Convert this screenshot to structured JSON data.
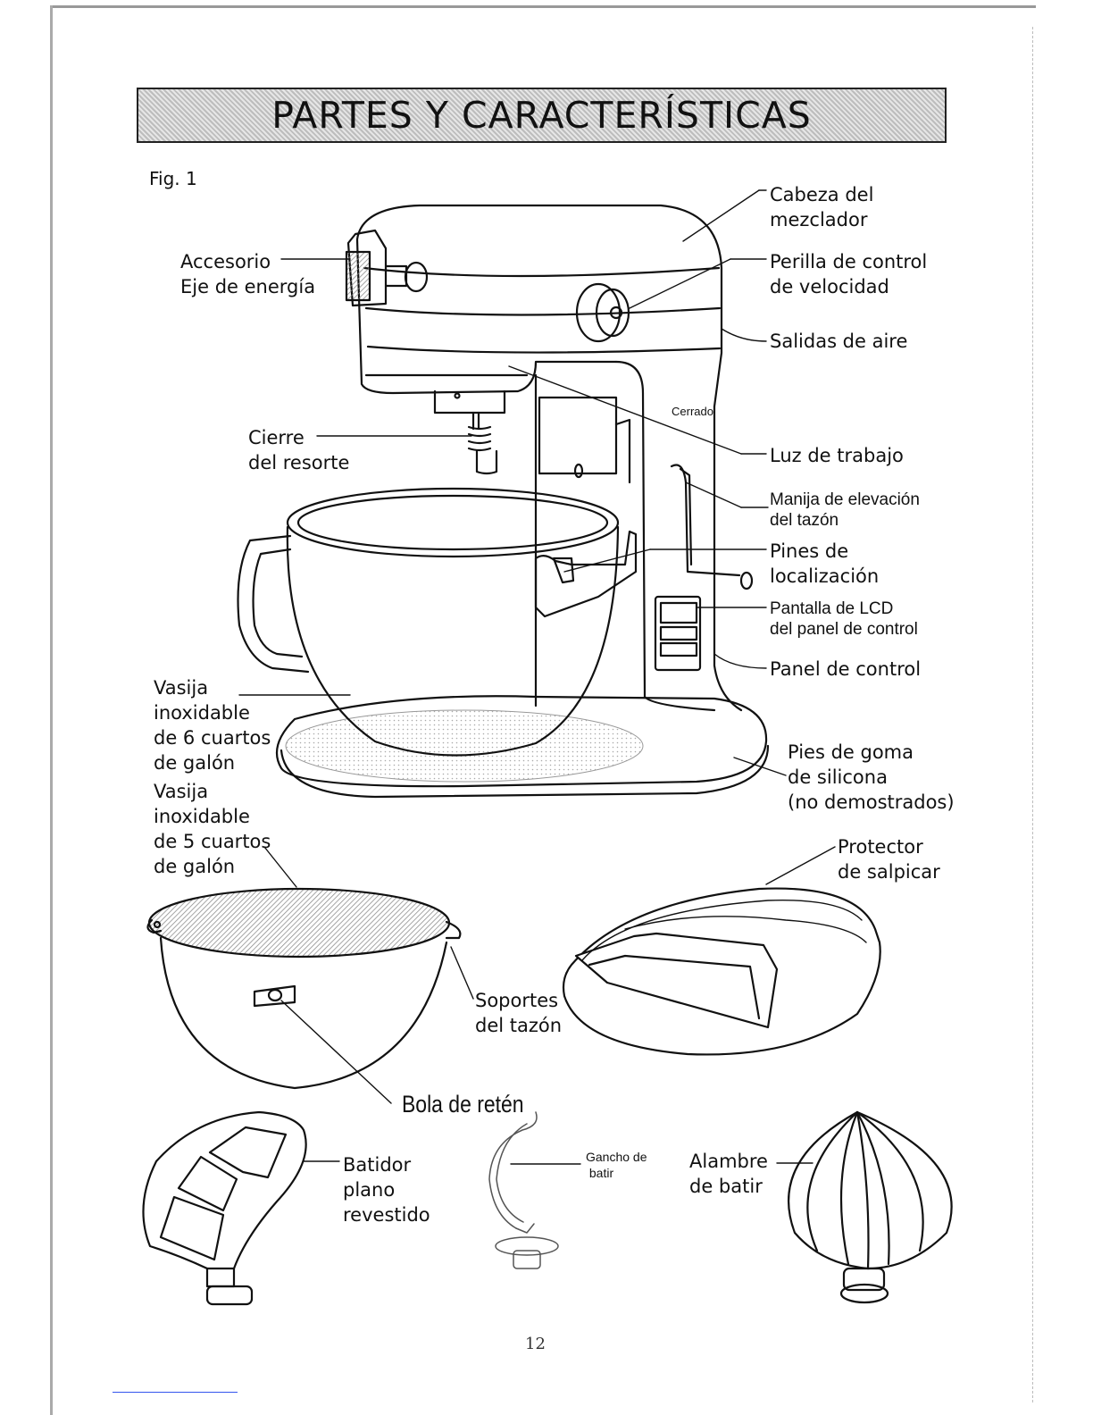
{
  "title": "PARTES Y CARACTERÍSTICAS",
  "figure_label": "Fig. 1",
  "labels": {
    "cabeza": "Cabeza del\nmezclador",
    "perilla": "Perilla de control\nde velocidad",
    "salidas": "Salidas de aire",
    "accesorio": "Accesorio\nEje de energía",
    "cierre": "Cierre\ndel resorte",
    "luz": "Luz de trabajo",
    "manija": "Manija de elevación\ndel tazón",
    "pines": "Pines de\nlocalización",
    "pantalla": "Pantalla de LCD\ndel panel de control",
    "panel": "Panel de control",
    "vasija6": "Vasija\ninoxidable\nde 6 cuartos\nde galón",
    "pies": "Pies de goma\nde silicona\n(no demostrados)",
    "vasija5": "Vasija\ninoxidable\nde 5 cuartos\nde galón",
    "protector": "Protector\nde salpicar",
    "soportes": "Soportes\ndel tazón",
    "bola": "Bola de retén",
    "batidor": "Batidor\nplano\nrevestido",
    "gancho": "Gancho de\n batir",
    "alambre": "Alambre\nde batir",
    "cerrado": "Cerrado"
  },
  "page_number": "12"
}
